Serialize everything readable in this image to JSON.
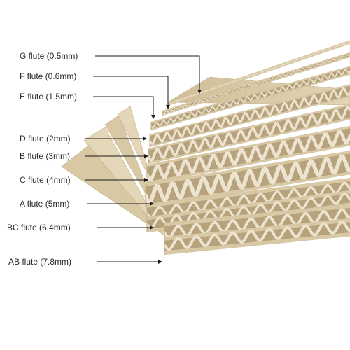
{
  "labels": [
    "G flute (0.5mm)",
    "F flute (0.6mm)",
    "E flute (1.5mm)",
    "D flute (2mm)",
    "B flute (3mm)",
    "C flute (4mm)",
    "A flute (5mm)",
    "BC flute (6.4mm)",
    "AB flute (7.8mm)"
  ],
  "colors": {
    "liner": "#d8c8a4",
    "liner_light": "#e4d7b8",
    "liner_edge": "#c2ae86",
    "flute": "#ede4d0",
    "flute_shadow": "#b6a27c",
    "text": "#2a2a2a",
    "arrow": "#1a1a1a"
  }
}
